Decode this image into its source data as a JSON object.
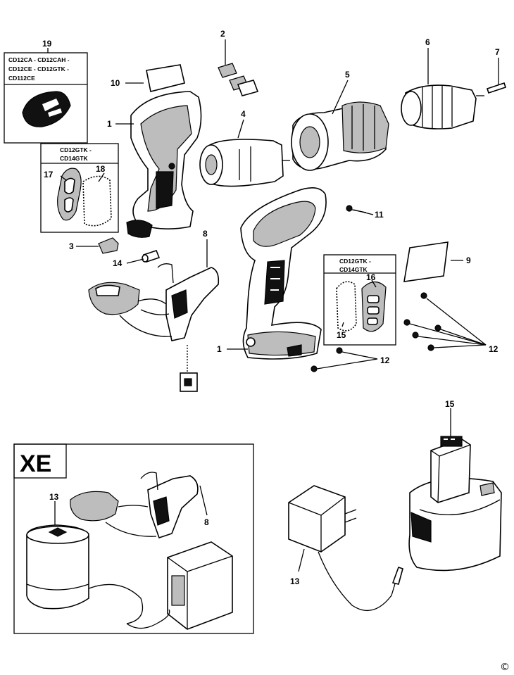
{
  "callouts": {
    "n1a": "1",
    "n1b": "1",
    "n2": "2",
    "n3": "3",
    "n4": "4",
    "n5": "5",
    "n6": "6",
    "n7": "7",
    "n8a": "8",
    "n8b": "8",
    "n9": "9",
    "n10": "10",
    "n11": "11",
    "n12a": "12",
    "n12b": "12",
    "n13a": "13",
    "n13b": "13",
    "n14": "14",
    "n15a": "15",
    "n15b": "15",
    "n16": "16",
    "n17": "17",
    "n18": "18",
    "n19": "19"
  },
  "box19": {
    "line1": "CD12CA - CD12CAH -",
    "line2": "CD12CE - CD12GTK -",
    "line3": "CD112CE"
  },
  "box_left": {
    "line1": "CD12GTK -",
    "line2": "CD14GTK"
  },
  "box_right": {
    "line1": "CD12GTK -",
    "line2": "CD14GTK"
  },
  "xe_label": "XE",
  "copyright": "©"
}
